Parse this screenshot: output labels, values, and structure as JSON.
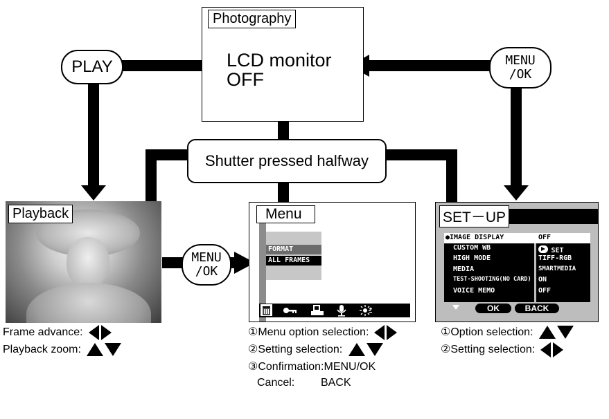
{
  "photography": {
    "title": "Photography",
    "line1": "LCD monitor",
    "line2": "OFF"
  },
  "buttons": {
    "play": "PLAY",
    "menu_ok_top_1": "MENU",
    "menu_ok_top_2": "/OK",
    "menu_ok_mid_1": "MENU",
    "menu_ok_mid_2": "/OK",
    "shutter": "Shutter pressed halfway"
  },
  "playback": {
    "title": "Playback",
    "captions": [
      "Frame advance:",
      "Playback zoom:"
    ]
  },
  "menu_screen": {
    "title": "Menu",
    "items": [
      "FORMAT",
      "ALL FRAMES"
    ],
    "icons": [
      "trash-icon",
      "key-icon",
      "print-icon",
      "microphone-icon",
      "brightness-icon"
    ],
    "captions": [
      "①Menu option selection:",
      "②Setting selection:",
      "③Confirmation:MENU/OK",
      "Cancel:",
      "BACK"
    ]
  },
  "setup_screen": {
    "title": "SET－UP",
    "options": [
      {
        "label": "●IMAGE DISPLAY",
        "value": "OFF"
      },
      {
        "label": "CUSTOM WB",
        "value": "SET"
      },
      {
        "label": "HIGH MODE",
        "value": "TIFF-RGB"
      },
      {
        "label": "MEDIA",
        "value": "SMARTMEDIA"
      },
      {
        "label": "TEST-SHOOTING(NO CARD)",
        "value": "ON"
      },
      {
        "label": "VOICE MEMO",
        "value": "OFF"
      }
    ],
    "ok_label": "OK",
    "back_label": "BACK",
    "captions": [
      "①Option selection:",
      "②Setting selection:"
    ]
  }
}
